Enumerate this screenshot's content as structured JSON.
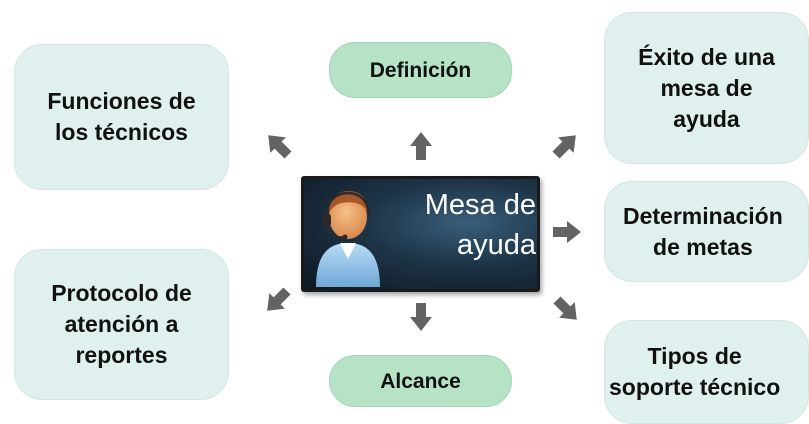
{
  "diagram": {
    "center": {
      "label": "Mesa de\nayuda",
      "icon": "support-agent-icon"
    },
    "nodes": {
      "funciones": "Funciones de\nlos técnicos",
      "definicion": "Definición",
      "exito": "Éxito de una\nmesa de\nayuda",
      "determinacion": "Determinación\nde metas",
      "protocolo": "Protocolo de\natención a\nreportes",
      "alcance": "Alcance",
      "tipos": "Tipos de\nsoporte técnico"
    },
    "colors": {
      "box_fill": "#dff0ee",
      "pill_fill": "#b6e3c6",
      "arrow": "#636363",
      "center_fill": "#1d3447"
    }
  }
}
